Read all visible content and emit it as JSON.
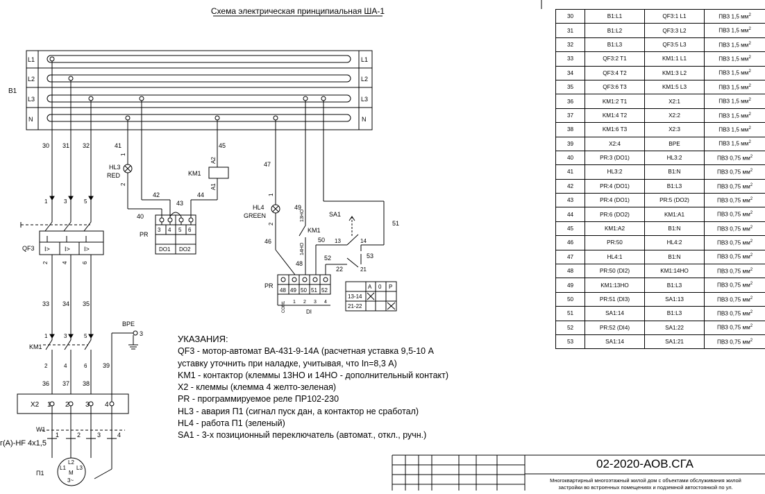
{
  "diagram": {
    "title": "Схема электрическая принципиальная ША-1",
    "bus_label": "B1",
    "bus_lines": [
      "L1",
      "L2",
      "L3",
      "N"
    ],
    "wire_numbers": {
      "w30": "30",
      "w31": "31",
      "w32": "32",
      "w41": "41",
      "w45": "45",
      "w47": "47",
      "w49": "49",
      "w42": "42",
      "w44": "44",
      "w40": "40",
      "w43": "43",
      "w46": "46",
      "w48": "48",
      "w50": "50",
      "w51": "51",
      "w52": "52",
      "w53": "53",
      "w22": "22",
      "w33": "33",
      "w34": "34",
      "w35": "35",
      "w36": "36",
      "w37": "37",
      "w38": "38",
      "w39": "39"
    },
    "terminal_pins": {
      "p1": "1",
      "p3": "3",
      "p5": "5",
      "p2": "2",
      "p4": "4",
      "p6": "6",
      "km1_1": "1",
      "km1_3": "3",
      "km1_5": "5",
      "km1_2": "2",
      "km1_4": "4",
      "km1_6": "6",
      "x2_1": "1",
      "x2_2": "2",
      "x2_3": "3",
      "x2_4": "4",
      "w1_1": "1",
      "w1_2": "2",
      "w1_3": "3",
      "w1_4": "4",
      "hl3_1": "1",
      "hl3_2": "2",
      "hl4_1": "1",
      "hl4_2": "2",
      "a1": "A1",
      "a2": "A2",
      "sa_13": "13",
      "sa_14": "14",
      "sa_21": "21",
      "sa_22": "22"
    },
    "components": {
      "qf3": "QF3",
      "qf3_trip": "I>",
      "km1": "KM1",
      "km1_coil": "KM1",
      "km1_contact": "KM1",
      "km1_13ho": "13НО",
      "km1_14ho": "14НО",
      "hl3": "HL3",
      "hl3_color": "RED",
      "hl4": "HL4",
      "hl4_color": "GREEN",
      "pr": "PR",
      "do1": "DO1",
      "do2": "DO2",
      "do_terms": [
        "3",
        "4",
        "5",
        "6"
      ],
      "di": "DI",
      "di_terms": [
        "48",
        "49",
        "50",
        "51",
        "52"
      ],
      "di_com": "COM1",
      "di_nums": [
        "1",
        "2",
        "3",
        "4"
      ],
      "sa1": "SA1",
      "bpe": "BPE",
      "bpe_num": "3",
      "x2": "X2",
      "w1": "W1",
      "cable": "г(A)-HF 4x1,5",
      "motor_label": "П1",
      "motor_m": "M",
      "motor_phase": "3~",
      "motor_l1": "L1",
      "motor_l2": "L2",
      "motor_l3": "L3"
    },
    "sa_table": {
      "headers": [
        "A",
        "0",
        "P"
      ],
      "rows": [
        {
          "label": "13-14",
          "marks": [
            "X",
            "",
            ""
          ]
        },
        {
          "label": "21-22",
          "marks": [
            "",
            "",
            "X"
          ]
        }
      ]
    }
  },
  "notes": {
    "title": "УКАЗАНИЯ:",
    "lines": [
      "QF3 - мотор-автомат ВА-431-9-14А (расчетная уставка 9,5-10 А",
      "уставку уточнить при наладке, учитывая, что In=8,3 А)",
      "KM1 - контактор (клеммы 13НО и 14НО - дополнительный контакт)",
      "X2 - клеммы (клемма 4 желто-зеленая)",
      "PR - программируемое реле ПР102-230",
      "HL3 - авария П1 (сигнал пуск дан, а контактор не сработал)",
      "HL4 - работа П1 (зеленый)",
      "SA1 - 3-х позиционный переключатель (автомат., откл., ручн.)"
    ]
  },
  "wire_table": {
    "rows": [
      {
        "n": "30",
        "from": "B1:L1",
        "to": "QF3:1 L1",
        "type": "ПВЗ 1,5 мм",
        "sup": "2"
      },
      {
        "n": "31",
        "from": "B1:L2",
        "to": "QF3:3 L2",
        "type": "ПВЗ 1,5 мм",
        "sup": "2"
      },
      {
        "n": "32",
        "from": "B1:L3",
        "to": "QF3:5 L3",
        "type": "ПВЗ 1,5 мм",
        "sup": "2"
      },
      {
        "n": "33",
        "from": "QF3:2 T1",
        "to": "KM1:1 L1",
        "type": "ПВЗ 1,5 мм",
        "sup": "2"
      },
      {
        "n": "34",
        "from": "QF3:4 T2",
        "to": "KM1:3 L2",
        "type": "ПВЗ 1,5 мм",
        "sup": "2"
      },
      {
        "n": "35",
        "from": "QF3:6 T3",
        "to": "KM1:5 L3",
        "type": "ПВЗ 1,5 мм",
        "sup": "2"
      },
      {
        "n": "36",
        "from": "KM1:2 T1",
        "to": "X2:1",
        "type": "ПВЗ 1,5 мм",
        "sup": "2"
      },
      {
        "n": "37",
        "from": "KM1:4 T2",
        "to": "X2:2",
        "type": "ПВЗ 1,5 мм",
        "sup": "2"
      },
      {
        "n": "38",
        "from": "KM1:6 T3",
        "to": "X2:3",
        "type": "ПВЗ 1,5 мм",
        "sup": "2"
      },
      {
        "n": "39",
        "from": "X2:4",
        "to": "BPE",
        "type": "ПВЗ 1,5 мм",
        "sup": "2"
      },
      {
        "n": "40",
        "from": "PR:3 (DO1)",
        "to": "HL3:2",
        "type": "ПВЗ 0,75 мм",
        "sup": "2"
      },
      {
        "n": "41",
        "from": "HL3:2",
        "to": "B1:N",
        "type": "ПВЗ 0,75 мм",
        "sup": "2"
      },
      {
        "n": "42",
        "from": "PR:4 (DO1)",
        "to": "B1:L3",
        "type": "ПВЗ 0,75 мм",
        "sup": "2"
      },
      {
        "n": "43",
        "from": "PR:4 (DO1)",
        "to": "PR:5 (DO2)",
        "type": "ПВЗ 0,75 мм",
        "sup": "2"
      },
      {
        "n": "44",
        "from": "PR:6 (DO2)",
        "to": "KM1:A1",
        "type": "ПВЗ 0,75 мм",
        "sup": "2"
      },
      {
        "n": "45",
        "from": "KM1:A2",
        "to": "B1:N",
        "type": "ПВЗ 0,75 мм",
        "sup": "2"
      },
      {
        "n": "46",
        "from": "PR:50",
        "to": "HL4:2",
        "type": "ПВЗ 0,75 мм",
        "sup": "2"
      },
      {
        "n": "47",
        "from": "HL4:1",
        "to": "B1:N",
        "type": "ПВЗ 0,75 мм",
        "sup": "2"
      },
      {
        "n": "48",
        "from": "PR:50 (DI2)",
        "to": "KM1:14HO",
        "type": "ПВЗ 0,75 мм",
        "sup": "2"
      },
      {
        "n": "49",
        "from": "KM1:13HO",
        "to": "B1:L3",
        "type": "ПВЗ 0,75 мм",
        "sup": "2"
      },
      {
        "n": "50",
        "from": "PR:51 (DI3)",
        "to": "SA1:13",
        "type": "ПВЗ 0,75 мм",
        "sup": "2"
      },
      {
        "n": "51",
        "from": "SA1:14",
        "to": "B1:L3",
        "type": "ПВЗ 0,75 мм",
        "sup": "2"
      },
      {
        "n": "52",
        "from": "PR:52 (DI4)",
        "to": "SA1:22",
        "type": "ПВЗ 0,75 мм",
        "sup": "2"
      },
      {
        "n": "53",
        "from": "SA1:14",
        "to": "SA1:21",
        "type": "ПВЗ 0,75 мм",
        "sup": "2"
      }
    ]
  },
  "title_block": {
    "code": "02-2020-АОВ.СГА",
    "desc1": "Многоквартирный многоэтажный жилой дом с объектами обслуживания жилой",
    "desc2": "застройки во встроенных помещениях и подземной автостоянкой по ул."
  }
}
